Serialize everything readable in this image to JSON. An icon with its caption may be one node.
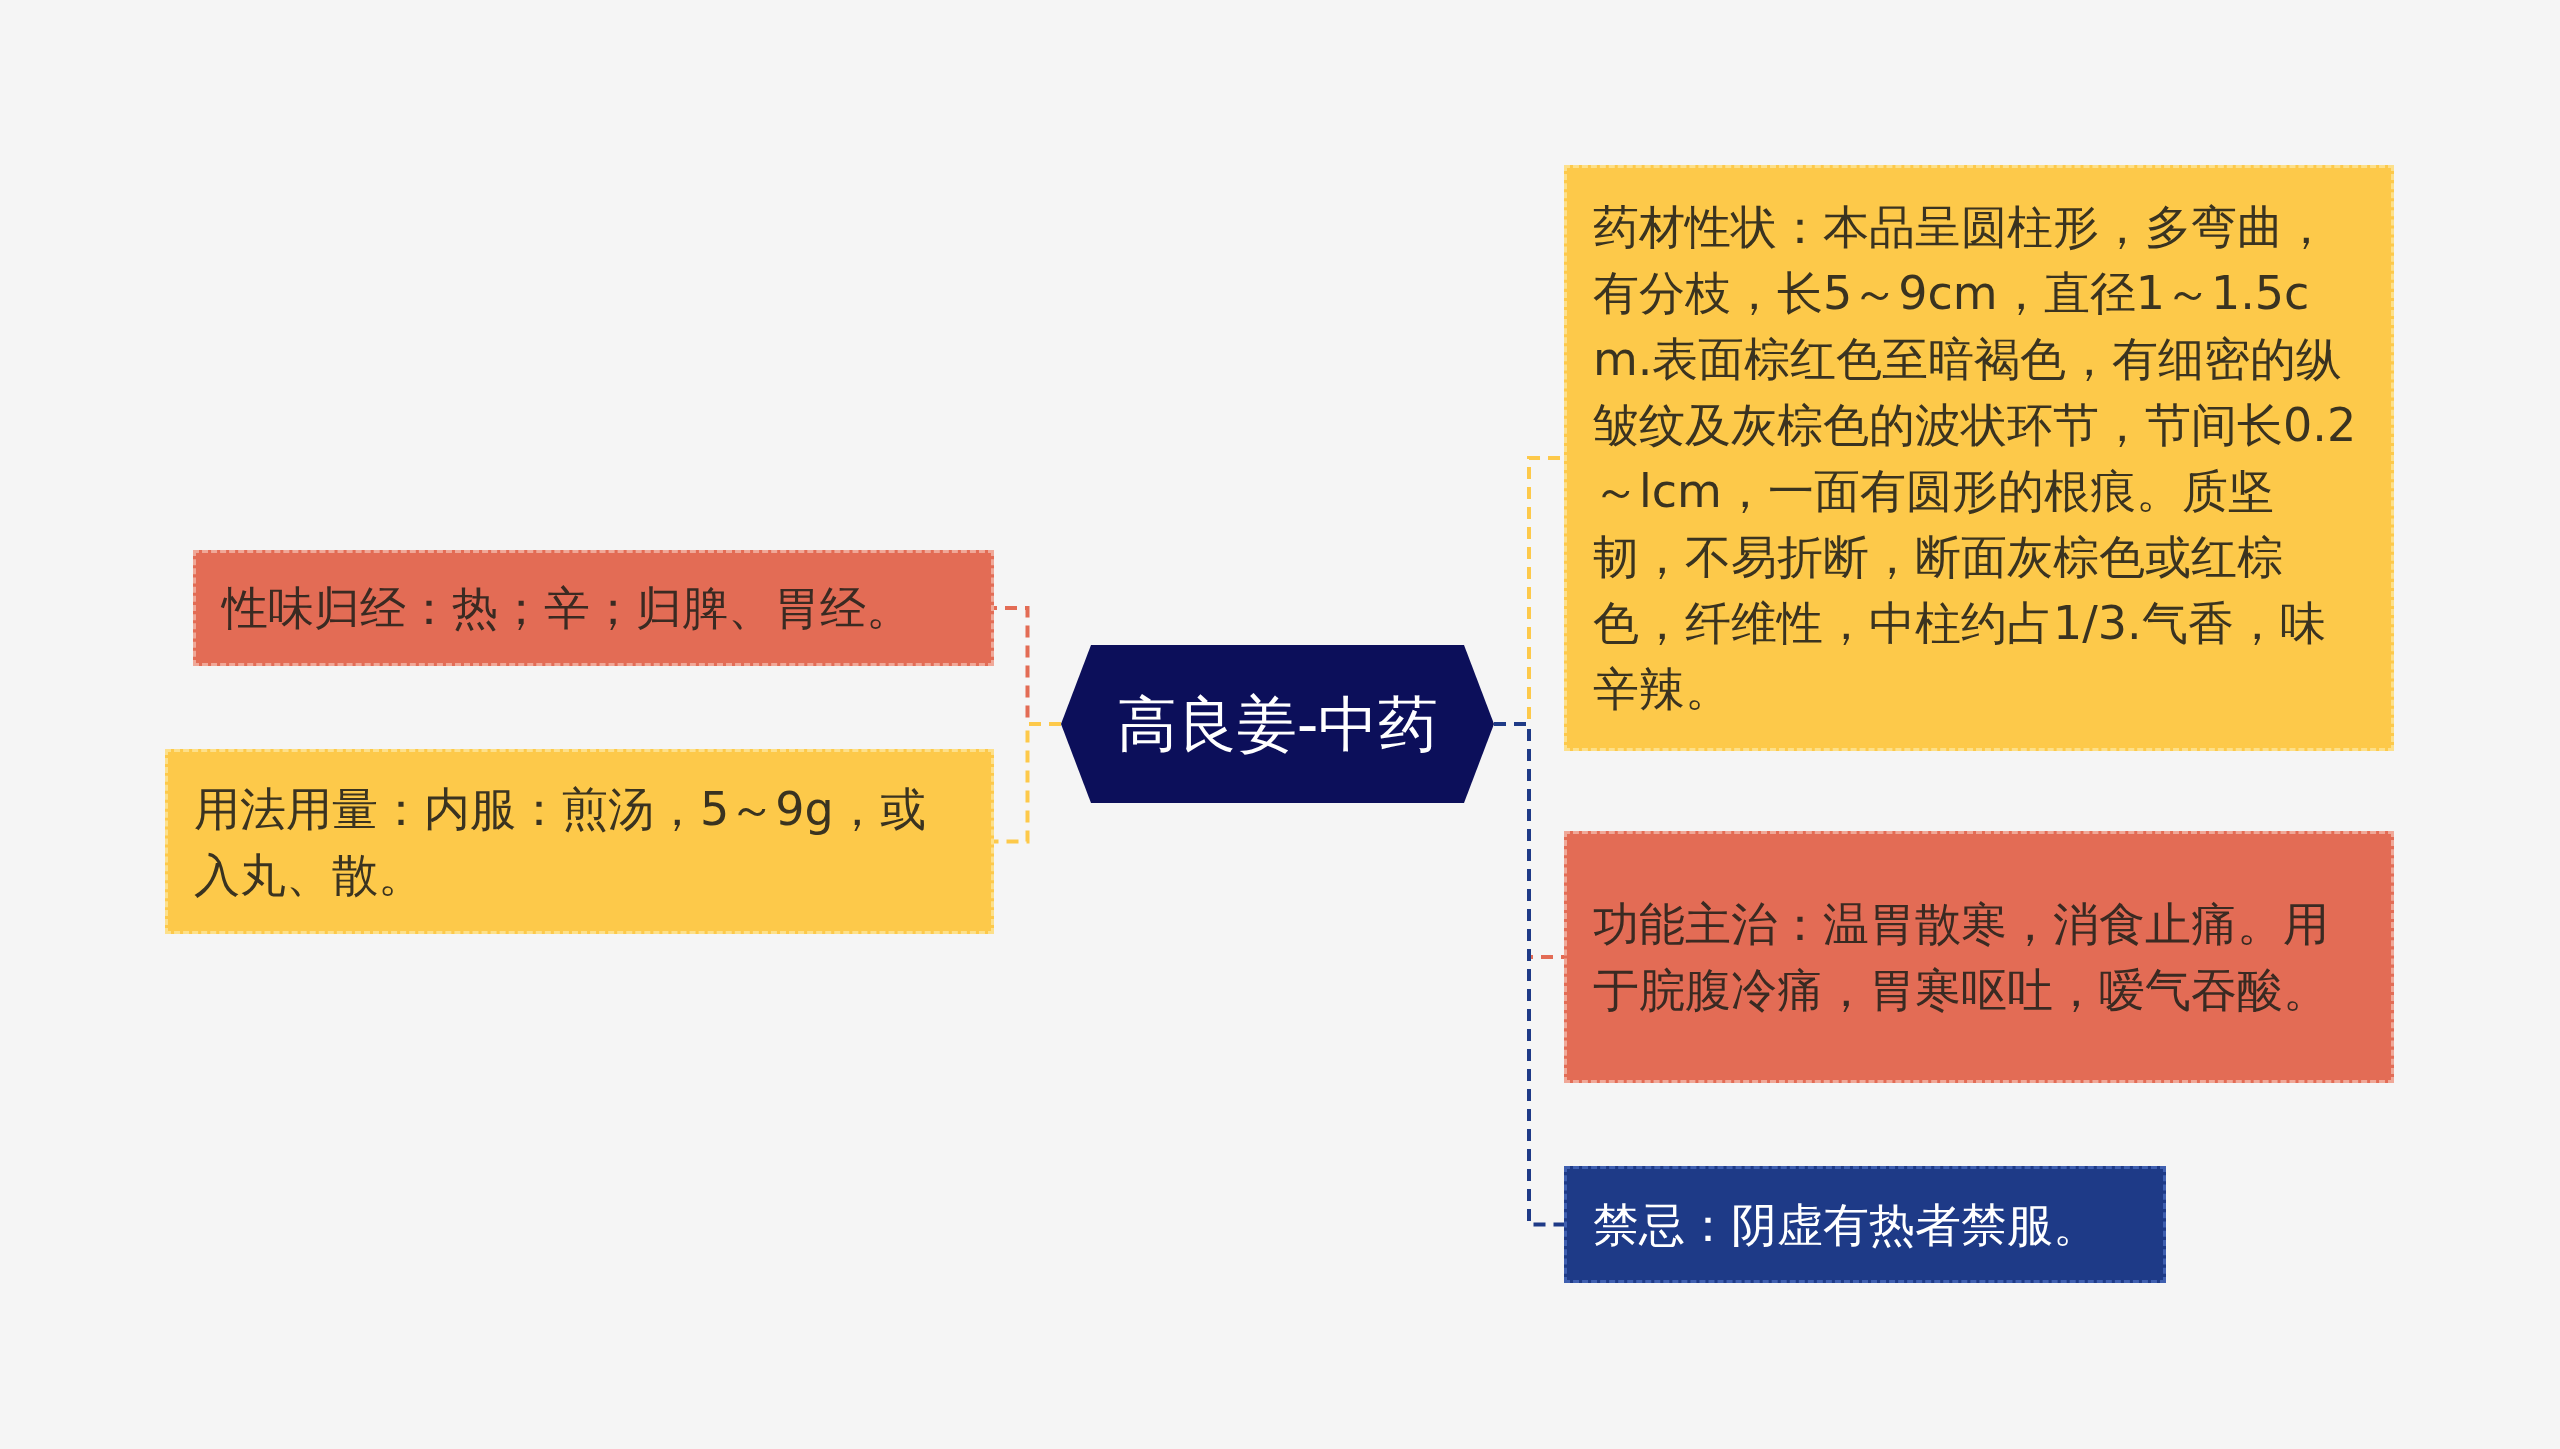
{
  "diagram": {
    "nodes": [
      {
        "text": [
          "高良姜-中药"
        ]
      },
      {
        "text": [
          "性味归经：热；辛；归脾、胃经。"
        ]
      },
      {
        "text": [
          "用法用量：内服：煎汤，5～9g，或入丸、散。"
        ]
      },
      {
        "text": [
          "药材性状：本品呈圆柱形，多弯曲，有分枝，长5～9cm，直径1～1.5cm.表面棕红色至暗褐色，有细密的纵皱纹及灰棕色的波状环节，节间长0.2～lcm，一面有圆形的根痕。质坚韧，不易折断，断面灰棕色或红棕色，纤维性，中柱约占1/3.气香，味辛辣。"
        ]
      },
      {
        "text": [
          "功能主治：温胃散寒，消食止痛。用于脘腹冷痛，胃寒呕吐，嗳气吞酸。"
        ]
      },
      {
        "text": [
          "禁忌：阴虚有热者禁服。"
        ]
      }
    ],
    "edges": [
      {
        "from": 0,
        "to": 1,
        "arrow": "none",
        "style": "dashed",
        "color": "#e36c55"
      },
      {
        "from": 0,
        "to": 2,
        "arrow": "none",
        "style": "dashed",
        "color": "#fdc94a"
      },
      {
        "from": 0,
        "to": 3,
        "arrow": "none",
        "style": "dashed",
        "color": "#fdc94a"
      },
      {
        "from": 0,
        "to": 4,
        "arrow": "none",
        "style": "dashed",
        "color": "#e36c55"
      },
      {
        "from": 0,
        "to": 5,
        "arrow": "none",
        "style": "dashed",
        "color": "#1e3a87"
      }
    ]
  }
}
